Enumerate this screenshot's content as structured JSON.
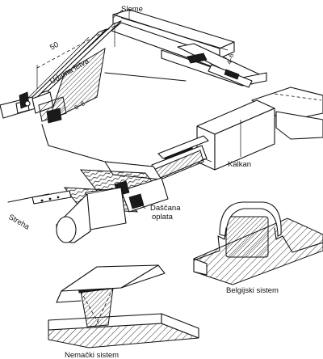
{
  "labels": {
    "sleme": "Sleme",
    "dimension_50": "50",
    "udarna_letva": "Udarna letva",
    "dim_4_6": "4–6",
    "dim_6_8": "6–8",
    "kalkan": "Kalkan",
    "strehа": "Streha",
    "dascana_oplata_line1": "Daščana",
    "dascana_oplata_line2": "oplata",
    "belgijski_sistem": "Belgijski sistem",
    "nemacki_sistem": "Nemački sistem"
  }
}
